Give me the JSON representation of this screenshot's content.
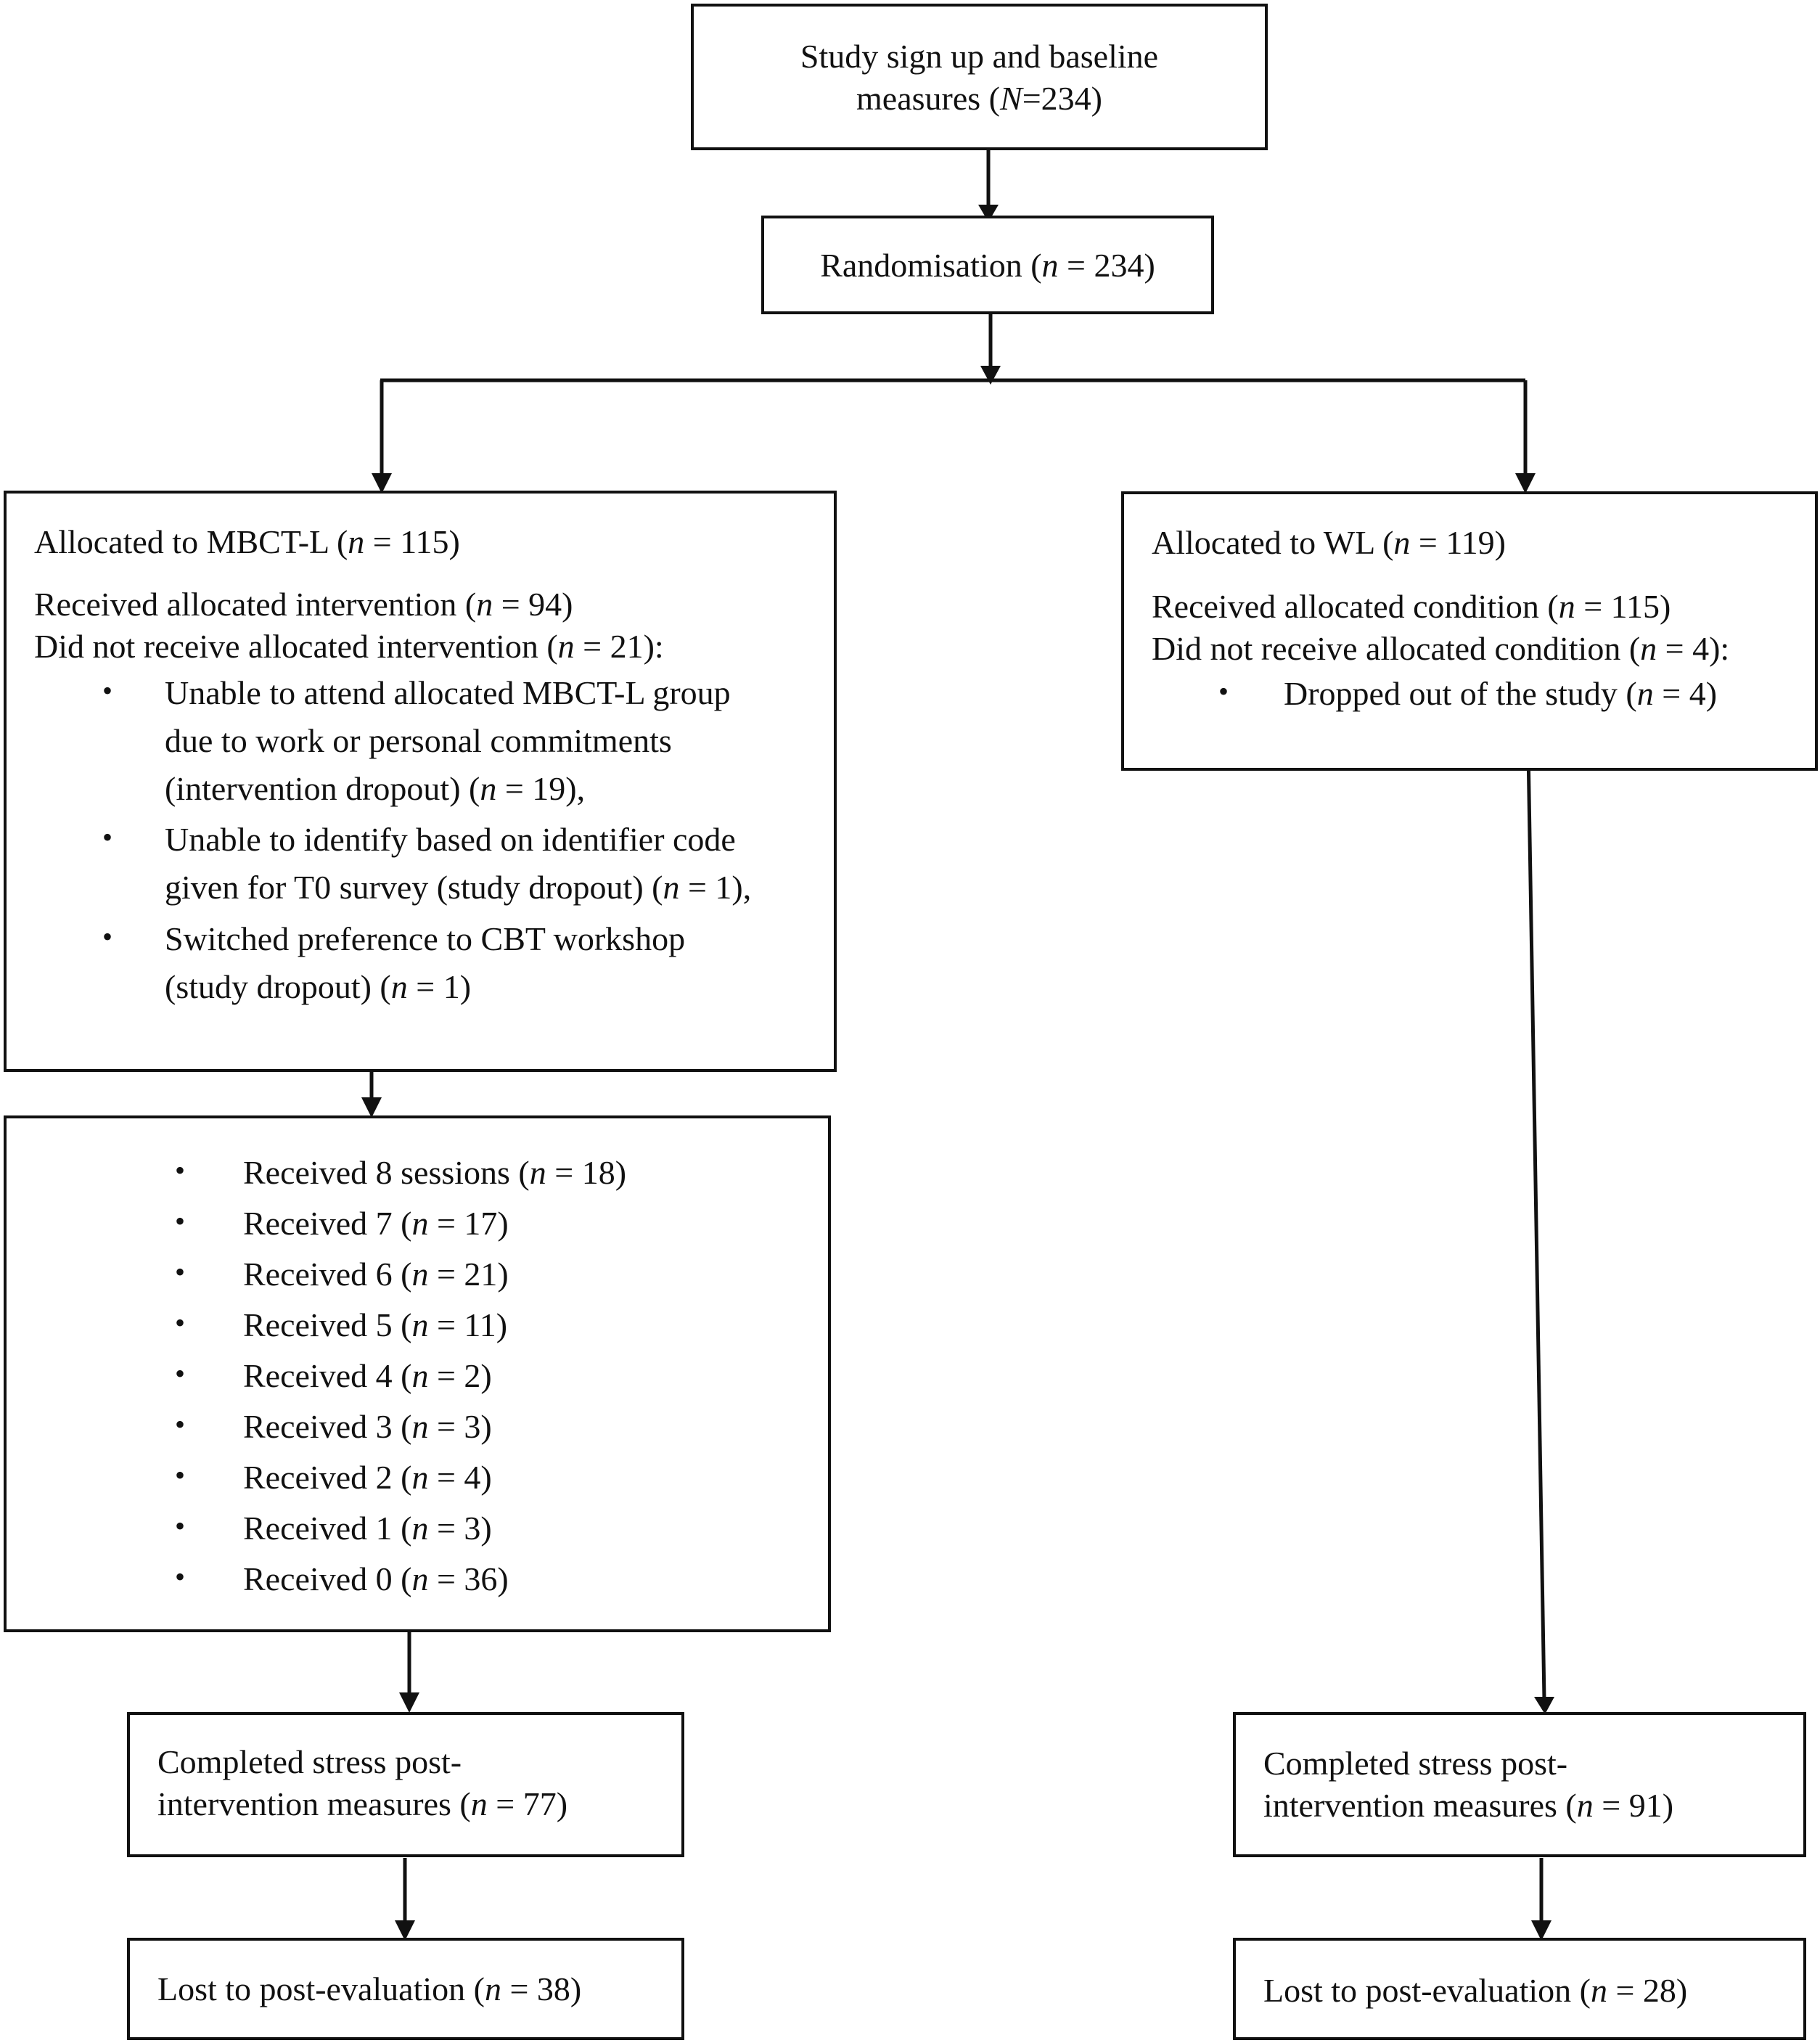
{
  "study_box": {
    "line1": "Study sign up and baseline",
    "line2_pre": "measures (",
    "line2_var": "N",
    "line2_post": "=234)"
  },
  "random_box": {
    "pre": "Randomisation (",
    "var": "n",
    "post": " = 234)"
  },
  "mbct_box": {
    "allocated": {
      "pre": "Allocated to MBCT-L (",
      "var": "n",
      "post": " = 115)"
    },
    "received": {
      "pre": "Received allocated intervention (",
      "var": "n",
      "post": " = 94)"
    },
    "not_received": {
      "pre": "Did not receive allocated intervention (",
      "var": "n",
      "post": " = 21):"
    },
    "bullets": [
      {
        "l1": "Unable to attend allocated MBCT-L group",
        "l2": "due to work or personal commitments",
        "l3_pre": "(intervention dropout) (",
        "l3_var": "n",
        "l3_post": " = 19),"
      },
      {
        "l1": "Unable to identify based on identifier code",
        "l2_pre": "given for T0 survey (study dropout) (",
        "l2_var": "n",
        "l2_post": " = 1),"
      },
      {
        "l1": "Switched preference to CBT workshop",
        "l2_pre": "(study dropout) (",
        "l2_var": "n",
        "l2_post": " = 1)"
      }
    ]
  },
  "wl_box": {
    "allocated": {
      "pre": "Allocated to WL (",
      "var": "n",
      "post": " = 119)"
    },
    "received": {
      "pre": "Received allocated condition (",
      "var": "n",
      "post": " = 115)"
    },
    "not_received": {
      "pre": "Did not receive allocated condition (",
      "var": "n",
      "post": " = 4):"
    },
    "bullet": {
      "pre": "Dropped out of the study (",
      "var": "n",
      "post": " = 4)"
    }
  },
  "sessions_box": {
    "items": [
      {
        "pre": "Received 8 sessions (",
        "var": "n",
        "post": " = 18)"
      },
      {
        "pre": "Received 7 (",
        "var": "n",
        "post": " = 17)"
      },
      {
        "pre": "Received 6 (",
        "var": "n",
        "post": " = 21)"
      },
      {
        "pre": "Received 5 (",
        "var": "n",
        "post": " = 11)"
      },
      {
        "pre": "Received 4 (",
        "var": "n",
        "post": " = 2)"
      },
      {
        "pre": "Received 3 (",
        "var": "n",
        "post": " = 3)"
      },
      {
        "pre": "Received 2 (",
        "var": "n",
        "post": " = 4)"
      },
      {
        "pre": "Received 1 (",
        "var": "n",
        "post": " = 3)"
      },
      {
        "pre": "Received 0 (",
        "var": "n",
        "post": " = 36)"
      }
    ]
  },
  "left_completed": {
    "l1": "Completed stress post-",
    "l2_pre": "intervention measures (",
    "l2_var": "n",
    "l2_post": " = 77)"
  },
  "right_completed": {
    "l1": "Completed stress post-",
    "l2_pre": "intervention measures (",
    "l2_var": "n",
    "l2_post": " = 91)"
  },
  "left_lost": {
    "pre": "Lost to post-evaluation (",
    "var": "n",
    "post": " = 38)"
  },
  "right_lost": {
    "pre": "Lost to post-evaluation (",
    "var": "n",
    "post": " = 28)"
  }
}
